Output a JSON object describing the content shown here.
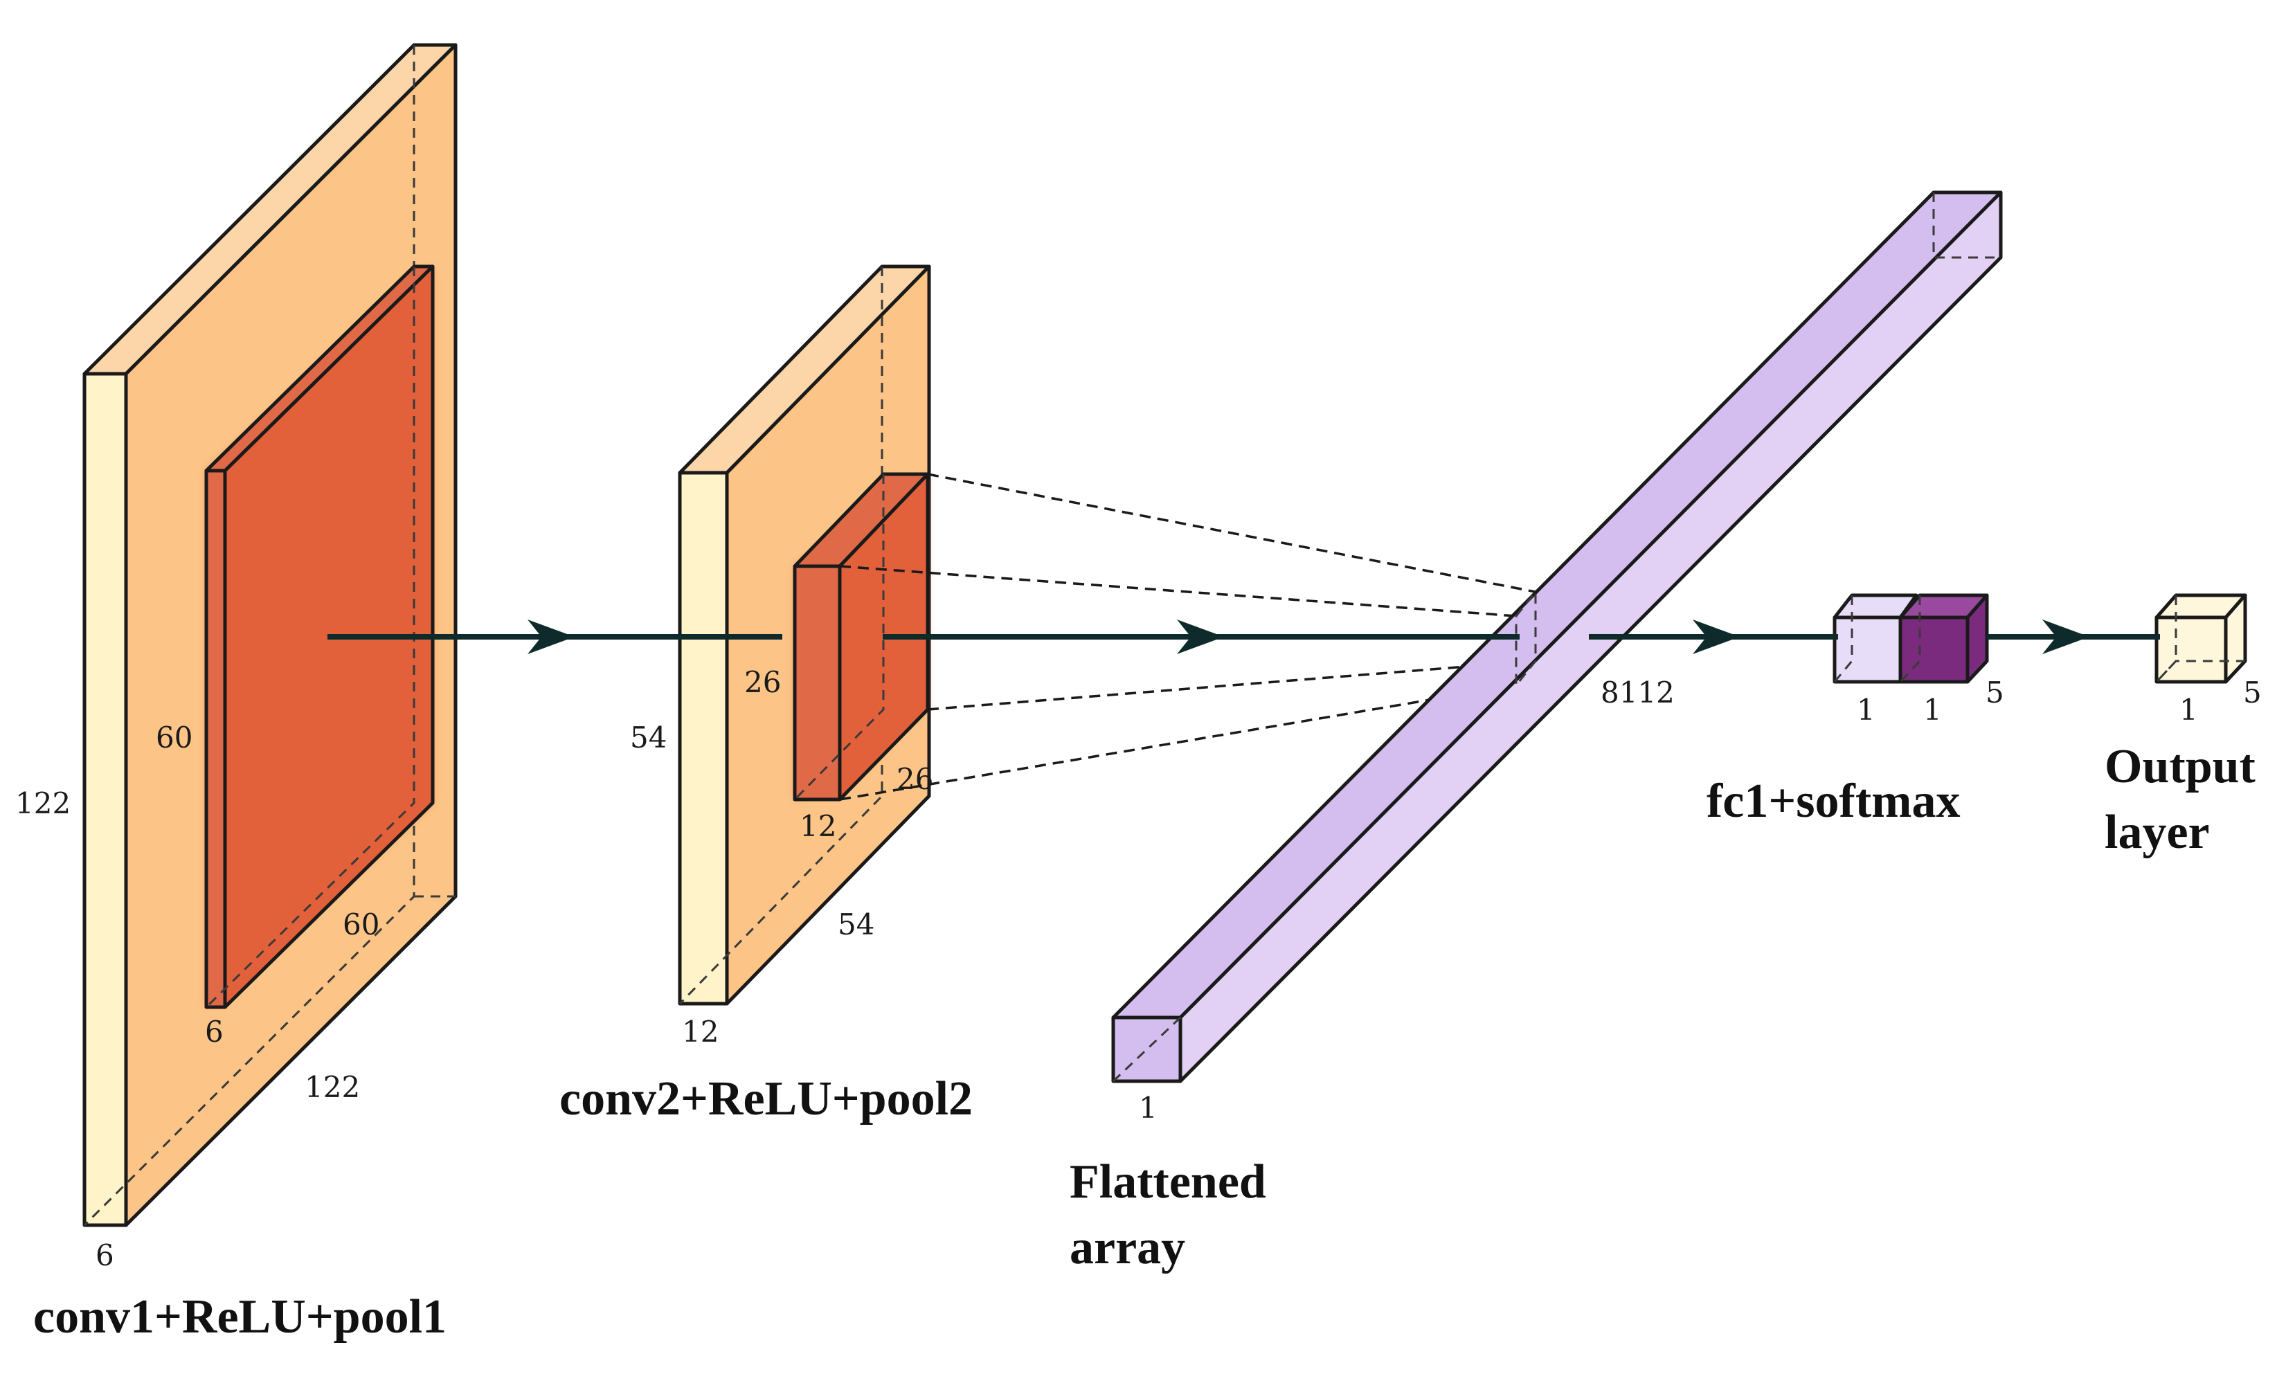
{
  "colors": {
    "conv_light": "#FFF3C9",
    "conv_face": "#FCC487",
    "conv_top": "#FCD6A8",
    "pool_front": "#E06A47",
    "pool_face": "#E2613B",
    "flat_face": "#E3D0F5",
    "flat_light": "#D4BEEF",
    "fc_light": "#E8DDF8",
    "fc_dark": "#7A2B7E",
    "fc_dark_top": "#9A4A9E",
    "out_face": "#FFF7DC",
    "arrow": "#0F2A2A"
  },
  "layers": {
    "conv1": {
      "caption": "conv1+ReLU+pool1",
      "height_label": "122",
      "width_label": "122",
      "depth_label": "6",
      "pool_height_label": "60",
      "pool_width_label": "60",
      "pool_depth_label": "6"
    },
    "conv2": {
      "caption": "conv2+ReLU+pool2",
      "height_label": "54",
      "width_label": "54",
      "depth_label": "12",
      "pool_height_label": "26",
      "pool_width_label": "26",
      "pool_depth_label": "12"
    },
    "flatten": {
      "caption_line1": "Flattened",
      "caption_line2": "array",
      "length_label": "8112",
      "depth_label": "1"
    },
    "fc1": {
      "caption": "fc1+softmax",
      "left_label": "1",
      "mid_label": "1",
      "right_label": "5"
    },
    "output": {
      "caption_line1": "Output",
      "caption_line2": "layer",
      "left_label": "1",
      "right_label": "5"
    }
  }
}
